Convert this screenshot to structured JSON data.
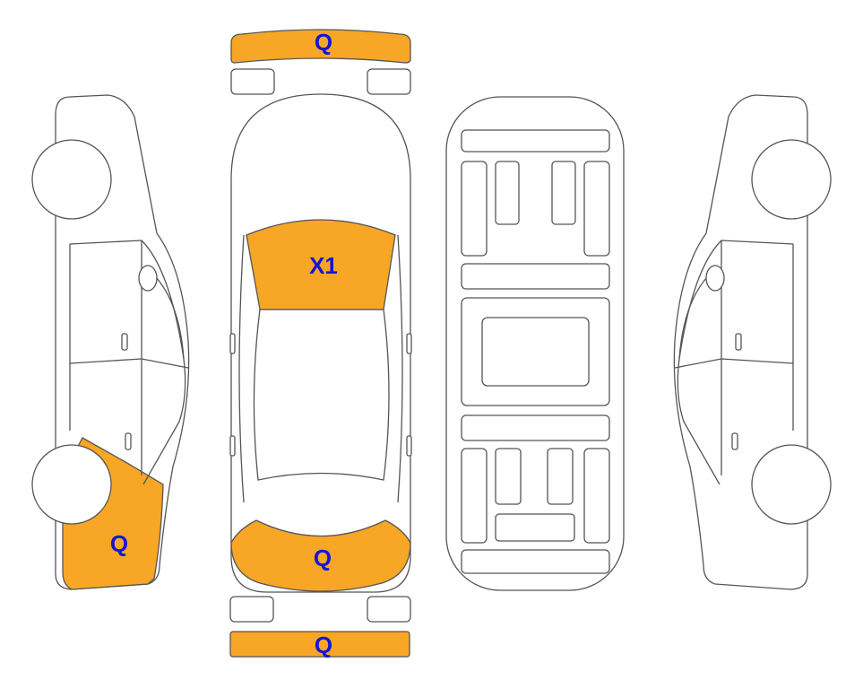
{
  "colors": {
    "damage_fill": "#F7A626",
    "label_color": "#1515D6",
    "outline": "#555555",
    "background": "#FFFFFF"
  },
  "zones": {
    "front_bumper": {
      "code": "Q"
    },
    "windshield": {
      "code": "X1"
    },
    "rear_section": {
      "code": "Q"
    },
    "rear_bumper": {
      "code": "Q"
    },
    "left_rear_quarter": {
      "code": "Q"
    }
  }
}
